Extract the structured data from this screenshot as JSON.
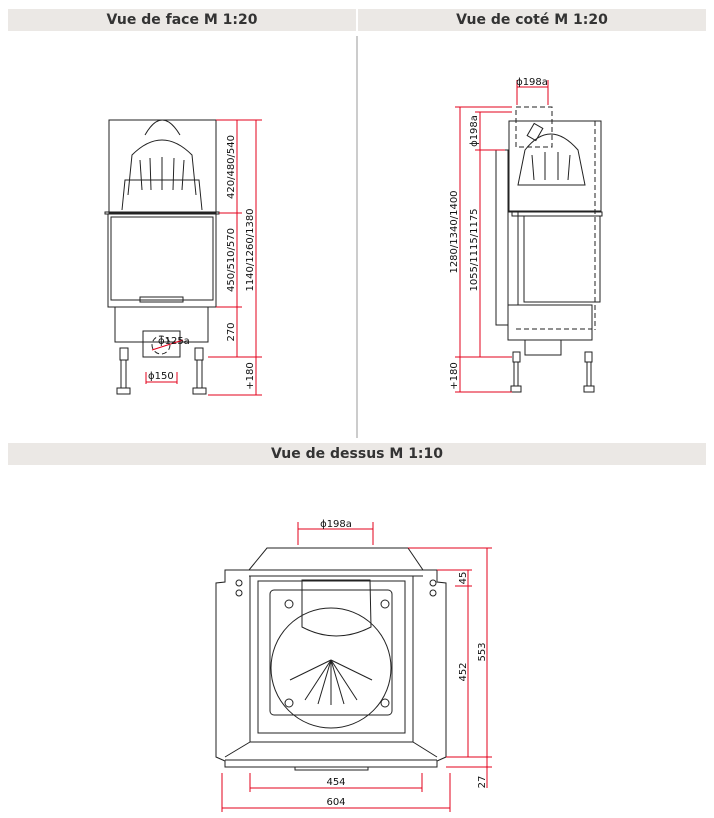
{
  "headers": {
    "front": "Vue de face M 1:20",
    "side": "Vue de coté M 1:20",
    "top": "Vue de dessus M 1:10"
  },
  "front_view": {
    "dim_hood": "420/480/540",
    "dim_glass": "450/510/570",
    "dim_base": "270",
    "dim_total": "1140/1260/1380",
    "dim_legs": "+180",
    "dim_flue": "ϕ125a",
    "dim_air": "ϕ150"
  },
  "side_view": {
    "dim_flue_top": "ϕ198a",
    "dim_flue_side": "ϕ198a",
    "dim_total": "1280/1340/1400",
    "dim_outlet": "1055/1115/1175",
    "dim_legs": "+180"
  },
  "top_view": {
    "dim_flue": "ϕ198a",
    "dim_depth": "553",
    "dim_offset": "45",
    "dim_inner_depth": "452",
    "dim_front": "27",
    "dim_inner_width": "454",
    "dim_width": "604"
  },
  "colors": {
    "dimension": "#e3001b",
    "header_bg": "#ebe8e5"
  }
}
